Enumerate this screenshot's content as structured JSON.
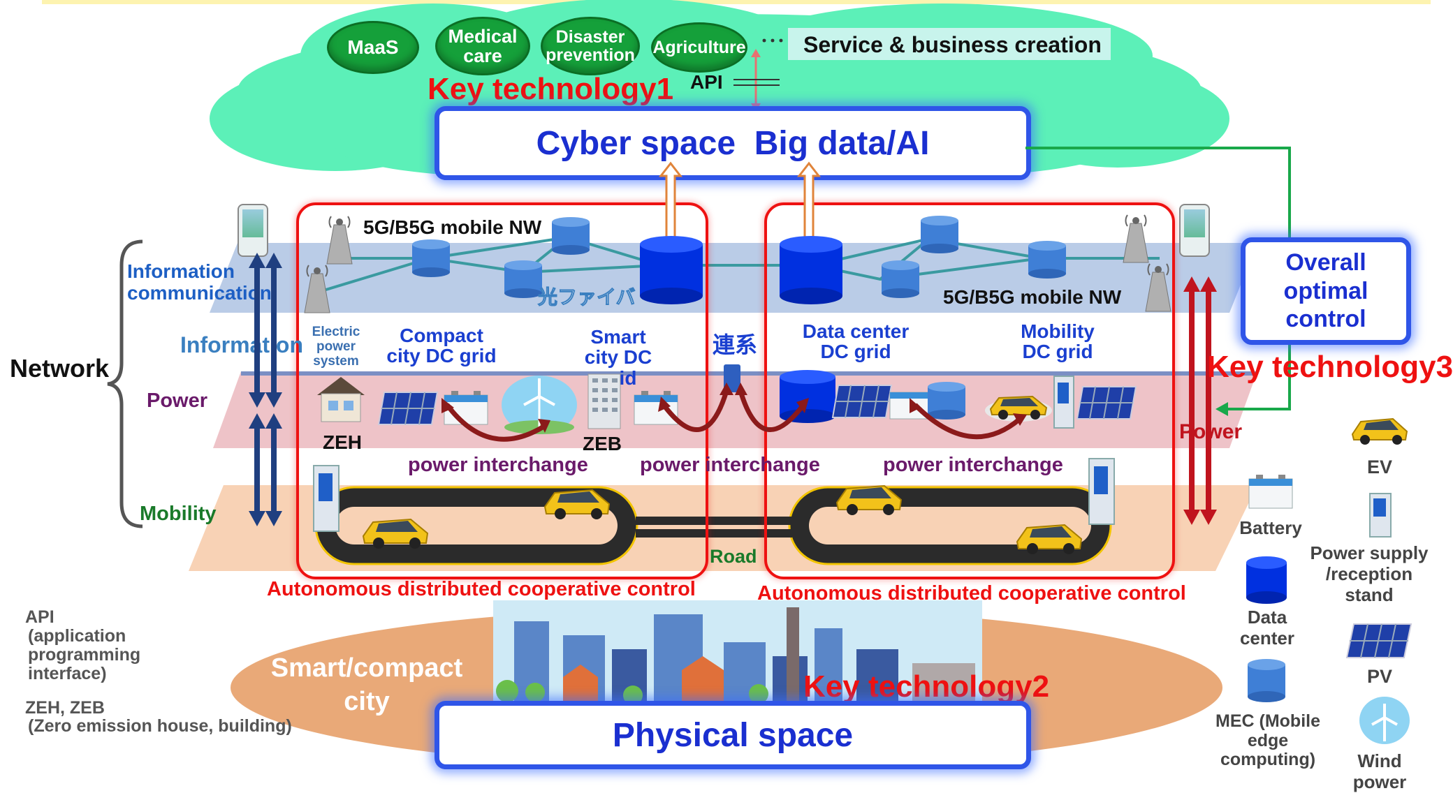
{
  "services": {
    "items": [
      "MaaS",
      "Medical care",
      "Disaster prevention",
      "Agriculture"
    ],
    "ellipsis": "･･･",
    "label": "Service & business creation"
  },
  "api_label": "API",
  "key_tech": {
    "k1": "Key technology1",
    "k2": "Key technology2",
    "k3": "Key technology3"
  },
  "cyber_space": "Cyber space  Big data/AI",
  "physical_space": "Physical space",
  "overall_control": "Overall optimal control",
  "network": {
    "title": "Network",
    "info_comm": "Information communication",
    "information": "Information",
    "power": "Power",
    "mobility": "Mobility"
  },
  "layers": {
    "mobile_nw_1": "5G/B5G mobile NW",
    "mobile_nw_2": "5G/B5G mobile NW",
    "fiber": "光ファイバ",
    "electric_power_system": "Electric power system",
    "compact_city_dc": "Compact city DC grid",
    "smart_city_dc": "Smart city DC grid",
    "interconnect": "連系",
    "data_center_dc": "Data center DC grid",
    "mobility_dc": "Mobility DC grid",
    "zeh": "ZEH",
    "zeb": "ZEB",
    "power_interchange": "power interchange",
    "road": "Road",
    "power_right": "Power"
  },
  "autonomous": "Autonomous distributed cooperative control",
  "smart_compact_city": "Smart/compact city",
  "notes": {
    "api_title": "API",
    "api_desc": "(application programming interface)",
    "zeh_title": "ZEH, ZEB",
    "zeh_desc": "(Zero emission house, building)"
  },
  "legend": {
    "ev": "EV",
    "battery": "Battery",
    "power_supply": "Power supply /reception stand",
    "data_center": "Data center",
    "pv": "PV",
    "mec": "MEC (Mobile edge computing)",
    "wind": "Wind power"
  },
  "colors": {
    "cloud": "#5cf0b8",
    "service_pill": "#15a03a",
    "cyber_border": "#2f55e8",
    "key_tech_red": "#ee1111",
    "info_layer": "#b6c9e6",
    "power_layer": "#eec3c8",
    "mobility_layer": "#f8d2b5",
    "city_ellipse": "#e9a978"
  }
}
